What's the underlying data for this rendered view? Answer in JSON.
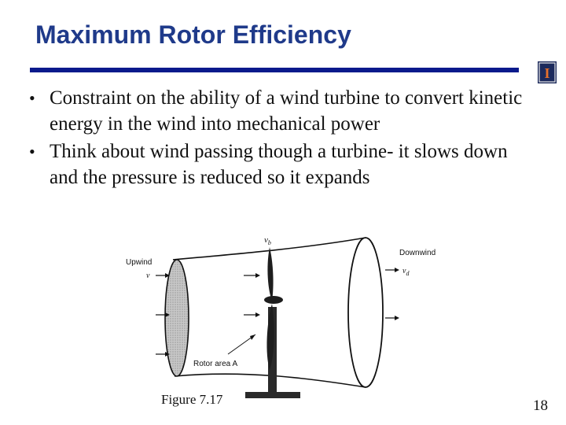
{
  "slide": {
    "title": "Maximum Rotor Efficiency",
    "bullets": [
      "Constraint on the ability of a wind turbine to convert kinetic energy in the wind into mechanical power",
      "Think about wind passing though a turbine- it slows down and the pressure is reduced so it expands"
    ],
    "figure": {
      "labels": {
        "upwind": "Upwind",
        "v": "v",
        "vb": "v",
        "vb_sub": "b",
        "downwind": "Downwind",
        "vd": "v",
        "vd_sub": "d",
        "rotor_area": "Rotor area A"
      },
      "caption": "Figure 7.17"
    },
    "page_number": "18",
    "logo_letter": "I"
  },
  "colors": {
    "title": "#1f3a8a",
    "rule": "#0a1a8c",
    "logo_bg": "#1c2a5c",
    "logo_fg": "#e8702a"
  }
}
